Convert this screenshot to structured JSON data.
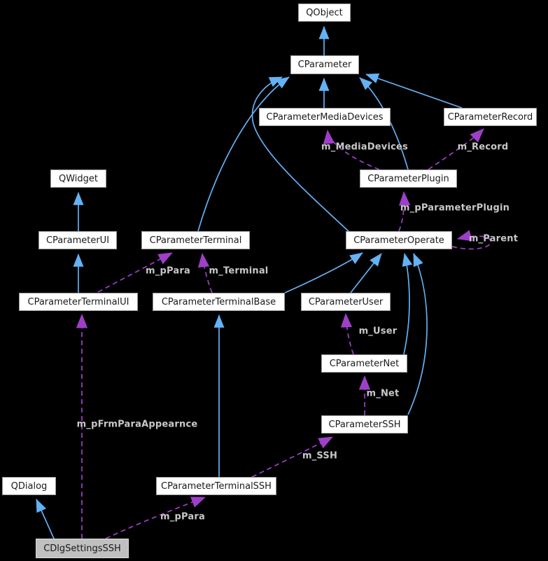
{
  "colors": {
    "background": "#000000",
    "inheritance_edge": "#64b1f4",
    "usage_edge": "#9e3fc9",
    "node_fill": "#ffffff",
    "node_border": "#9a9a9a",
    "node_text": "#1a1a1a",
    "highlight_node_fill": "#c0c0c0",
    "edge_label_text": "#c8c8c8"
  },
  "diagram": {
    "type": "doxygen-collaboration-diagram",
    "highlighted_class": "CDlgSettingsSSH",
    "nodes": [
      {
        "id": "qobject",
        "label": "QObject",
        "highlighted": false
      },
      {
        "id": "cparameter",
        "label": "CParameter",
        "highlighted": false
      },
      {
        "id": "cparametermediadevices",
        "label": "CParameterMediaDevices",
        "highlighted": false
      },
      {
        "id": "cparameterrecord",
        "label": "CParameterRecord",
        "highlighted": false
      },
      {
        "id": "qwidget",
        "label": "QWidget",
        "highlighted": false
      },
      {
        "id": "cparameterplugin",
        "label": "CParameterPlugin",
        "highlighted": false
      },
      {
        "id": "cparameterui",
        "label": "CParameterUI",
        "highlighted": false
      },
      {
        "id": "cparameterterminal",
        "label": "CParameterTerminal",
        "highlighted": false
      },
      {
        "id": "cparameteroperate",
        "label": "CParameterOperate",
        "highlighted": false
      },
      {
        "id": "cparameterterminalui",
        "label": "CParameterTerminalUI",
        "highlighted": false
      },
      {
        "id": "cparameterterminalbase",
        "label": "CParameterTerminalBase",
        "highlighted": false
      },
      {
        "id": "cparameteruser",
        "label": "CParameterUser",
        "highlighted": false
      },
      {
        "id": "cparameternet",
        "label": "CParameterNet",
        "highlighted": false
      },
      {
        "id": "cparameterssh",
        "label": "CParameterSSH",
        "highlighted": false
      },
      {
        "id": "qdialog",
        "label": "QDialog",
        "highlighted": false
      },
      {
        "id": "cparameterterminalssh",
        "label": "CParameterTerminalSSH",
        "highlighted": false
      },
      {
        "id": "cdlgsettingsssh",
        "label": "CDlgSettingsSSH",
        "highlighted": true
      }
    ],
    "edge_labels": [
      {
        "text": "m_MediaDevices"
      },
      {
        "text": "m_Record"
      },
      {
        "text": "m_pParameterPlugin"
      },
      {
        "text": "m_Parent"
      },
      {
        "text": "m_pPara"
      },
      {
        "text": "m_Terminal"
      },
      {
        "text": "m_User"
      },
      {
        "text": "m_Net"
      },
      {
        "text": "m_SSH"
      },
      {
        "text": "m_pFrmParaAppearnce"
      },
      {
        "text": "m_pPara"
      }
    ],
    "edges": [
      {
        "from": "CParameter",
        "to": "QObject",
        "type": "inheritance"
      },
      {
        "from": "CParameterMediaDevices",
        "to": "CParameter",
        "type": "inheritance"
      },
      {
        "from": "CParameterRecord",
        "to": "CParameter",
        "type": "inheritance"
      },
      {
        "from": "CParameterPlugin",
        "to": "CParameter",
        "type": "inheritance"
      },
      {
        "from": "CParameterTerminal",
        "to": "CParameter",
        "type": "inheritance"
      },
      {
        "from": "CParameterOperate",
        "to": "CParameter",
        "type": "inheritance"
      },
      {
        "from": "CParameterUI",
        "to": "QWidget",
        "type": "inheritance"
      },
      {
        "from": "CParameterTerminalUI",
        "to": "CParameterUI",
        "type": "inheritance"
      },
      {
        "from": "CParameterTerminalBase",
        "to": "CParameterOperate",
        "type": "inheritance"
      },
      {
        "from": "CParameterUser",
        "to": "CParameterOperate",
        "type": "inheritance"
      },
      {
        "from": "CParameterNet",
        "to": "CParameterOperate",
        "type": "inheritance"
      },
      {
        "from": "CParameterSSH",
        "to": "CParameterOperate",
        "type": "inheritance"
      },
      {
        "from": "CParameterTerminalSSH",
        "to": "CParameterTerminalBase",
        "type": "inheritance"
      },
      {
        "from": "CDlgSettingsSSH",
        "to": "QDialog",
        "type": "inheritance"
      },
      {
        "from": "CParameterPlugin",
        "to": "CParameterMediaDevices",
        "type": "usage",
        "label": "m_MediaDevices"
      },
      {
        "from": "CParameterPlugin",
        "to": "CParameterRecord",
        "type": "usage",
        "label": "m_Record"
      },
      {
        "from": "CParameterOperate",
        "to": "CParameterPlugin",
        "type": "usage",
        "label": "m_pParameterPlugin"
      },
      {
        "from": "CParameterOperate",
        "to": "CParameterOperate",
        "type": "usage",
        "label": "m_Parent"
      },
      {
        "from": "CParameterTerminalUI",
        "to": "CParameterTerminal",
        "type": "usage",
        "label": "m_pPara"
      },
      {
        "from": "CParameterTerminalBase",
        "to": "CParameterTerminal",
        "type": "usage",
        "label": "m_Terminal"
      },
      {
        "from": "CParameterNet",
        "to": "CParameterUser",
        "type": "usage",
        "label": "m_User"
      },
      {
        "from": "CParameterSSH",
        "to": "CParameterNet",
        "type": "usage",
        "label": "m_Net"
      },
      {
        "from": "CParameterTerminalSSH",
        "to": "CParameterSSH",
        "type": "usage",
        "label": "m_SSH"
      },
      {
        "from": "CDlgSettingsSSH",
        "to": "CParameterTerminalUI",
        "type": "usage",
        "label": "m_pFrmParaAppearnce"
      },
      {
        "from": "CDlgSettingsSSH",
        "to": "CParameterTerminalSSH",
        "type": "usage",
        "label": "m_pPara"
      }
    ]
  }
}
